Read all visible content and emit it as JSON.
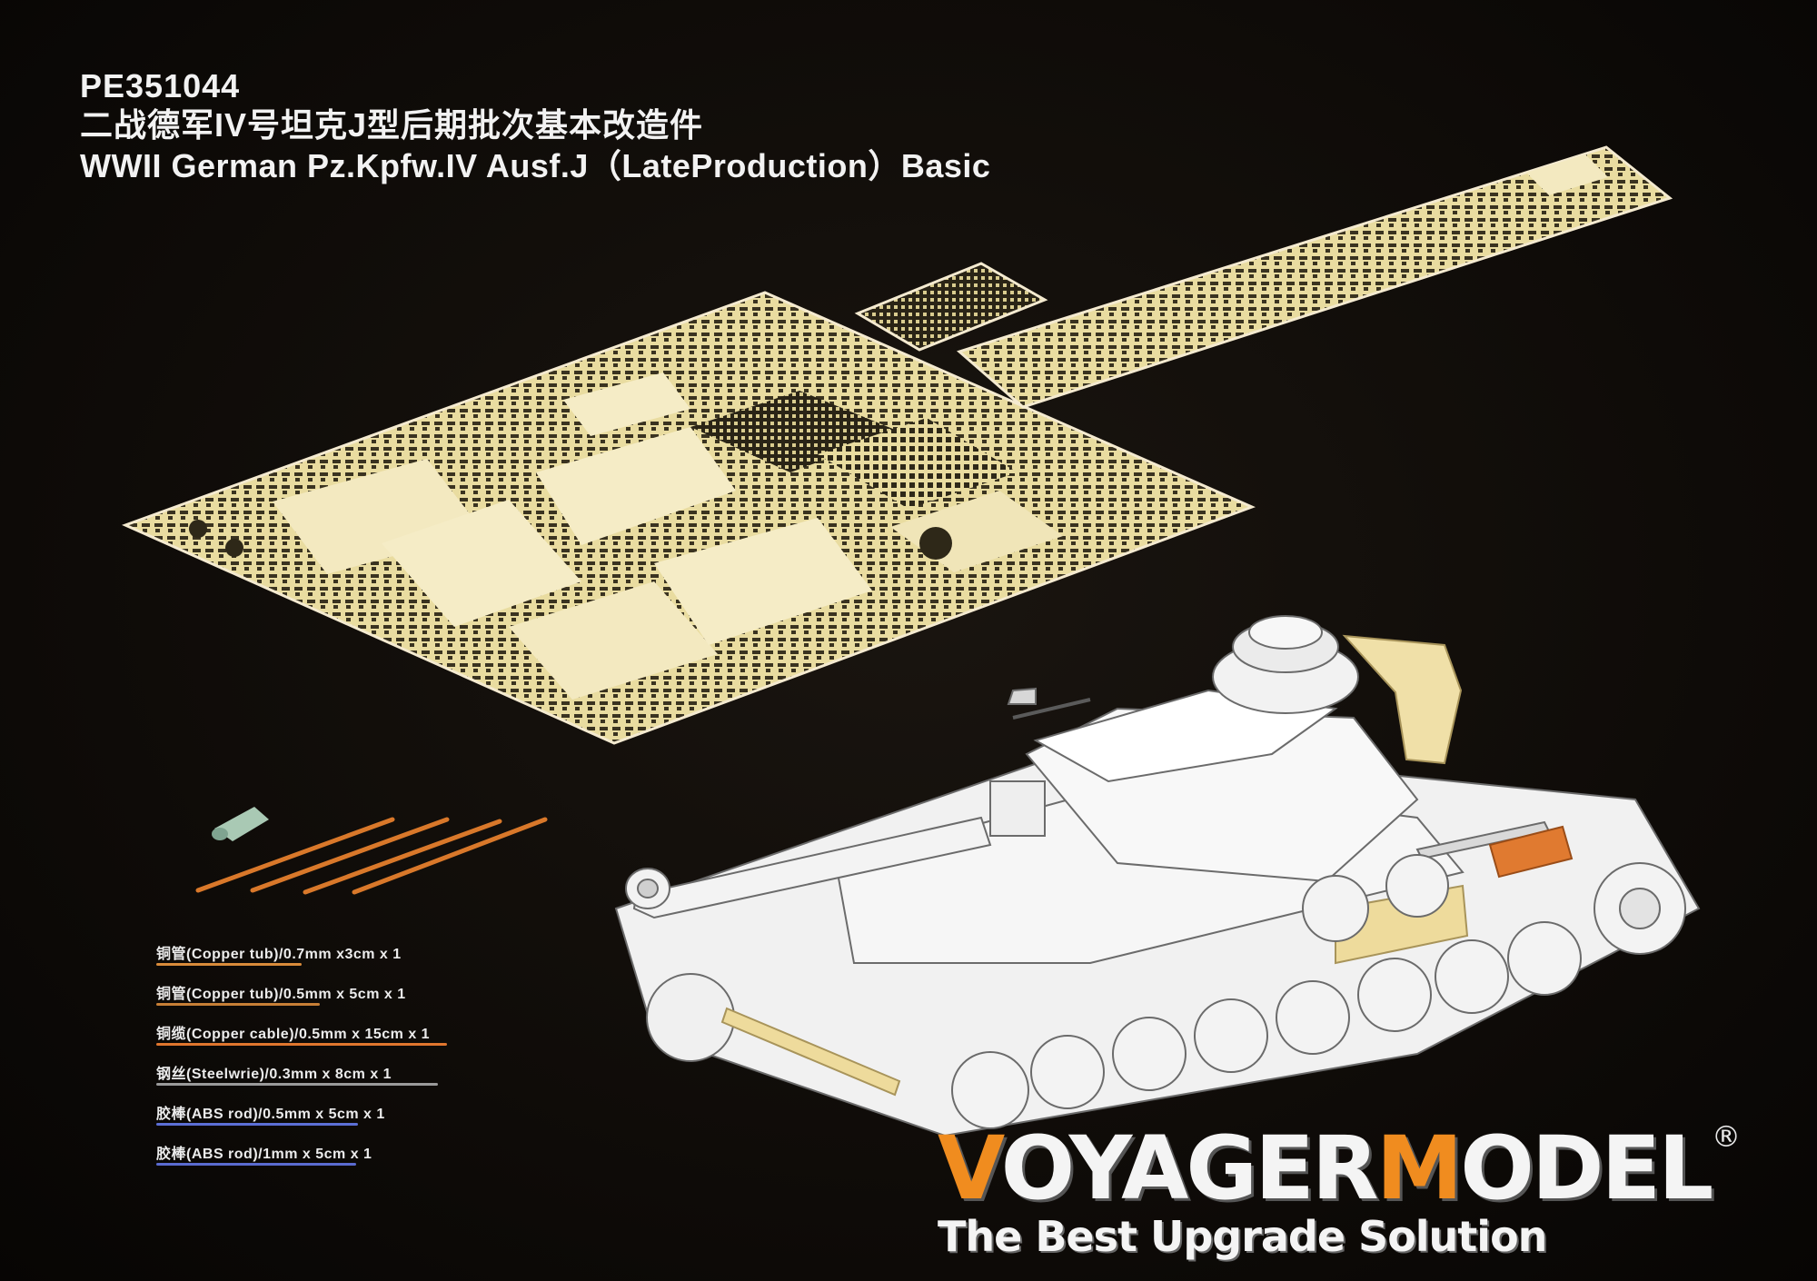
{
  "header": {
    "code": "PE351044",
    "title_cn": "二战德军IV号坦克J型后期批次基本改造件",
    "title_en": "WWII German Pz.Kpfw.IV Ausf.J（LateProduction）Basic"
  },
  "legend": {
    "items": [
      {
        "text": "铜管(Copper tub)/0.7mm x3cm x 1",
        "color": "#d98b3a"
      },
      {
        "text": "铜管(Copper tub)/0.5mm x 5cm x 1",
        "color": "#c77f36"
      },
      {
        "text": "铜缆(Copper cable)/0.5mm x 15cm x 1",
        "color": "#e0762e"
      },
      {
        "text": "钢丝(Steelwrie)/0.3mm x 8cm x 1",
        "color": "#9a9a9a"
      },
      {
        "text": "胶棒(ABS rod)/0.5mm x 5cm x 1",
        "color": "#5c6fd6"
      },
      {
        "text": "胶棒(ABS rod)/1mm x 5cm x 1",
        "color": "#5a6bd0"
      }
    ]
  },
  "brand": {
    "name_part1": "V",
    "name_part2": "OYAGER",
    "name_part3": "M",
    "name_part4": "ODEL",
    "registered": "®",
    "slogan": "The Best Upgrade Solution",
    "accent_color": "#f08c1f"
  },
  "colors": {
    "background": "#0e0b08",
    "brass": "#efe2a8",
    "brass_dark": "#3a3320",
    "copper_rod": "#d9782a"
  }
}
